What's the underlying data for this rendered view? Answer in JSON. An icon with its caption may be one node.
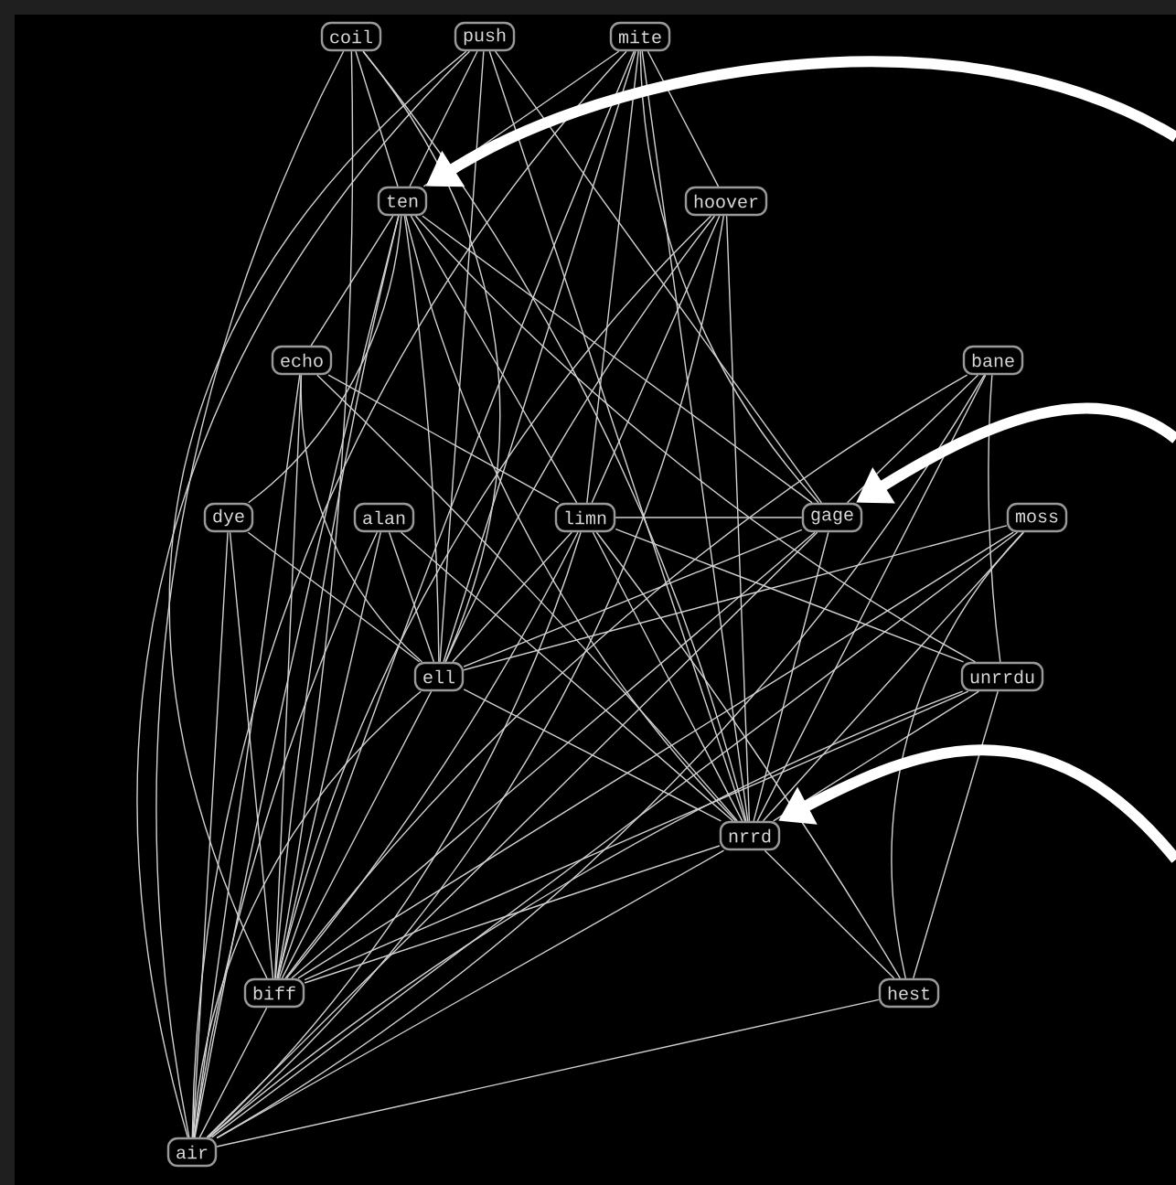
{
  "diagram": {
    "nodes": [
      {
        "text": [
          "coil"
        ]
      },
      {
        "text": [
          "push"
        ]
      },
      {
        "text": [
          "mite"
        ]
      },
      {
        "text": [
          "ten"
        ]
      },
      {
        "text": [
          "hoover"
        ]
      },
      {
        "text": [
          "echo"
        ]
      },
      {
        "text": [
          "bane"
        ]
      },
      {
        "text": [
          "dye"
        ]
      },
      {
        "text": [
          "alan"
        ]
      },
      {
        "text": [
          "limn"
        ]
      },
      {
        "text": [
          "gage"
        ]
      },
      {
        "text": [
          "moss"
        ]
      },
      {
        "text": [
          "ell"
        ]
      },
      {
        "text": [
          "unrrdu"
        ]
      },
      {
        "text": [
          "nrrd"
        ]
      },
      {
        "text": [
          "biff"
        ]
      },
      {
        "text": [
          "hest"
        ]
      },
      {
        "text": [
          "air"
        ]
      }
    ],
    "edges": [
      {
        "from": 0,
        "to": 3,
        "arrow": "none"
      },
      {
        "from": 0,
        "to": 12,
        "arrow": "none"
      },
      {
        "from": 0,
        "to": 14,
        "arrow": "none"
      },
      {
        "from": 0,
        "to": 15,
        "arrow": "none"
      },
      {
        "from": 0,
        "to": 17,
        "arrow": "none"
      },
      {
        "from": 1,
        "to": 3,
        "arrow": "none"
      },
      {
        "from": 1,
        "to": 10,
        "arrow": "none"
      },
      {
        "from": 1,
        "to": 12,
        "arrow": "none"
      },
      {
        "from": 1,
        "to": 14,
        "arrow": "none"
      },
      {
        "from": 1,
        "to": 15,
        "arrow": "none"
      },
      {
        "from": 1,
        "to": 17,
        "arrow": "none"
      },
      {
        "from": 2,
        "to": 3,
        "arrow": "none"
      },
      {
        "from": 2,
        "to": 4,
        "arrow": "none"
      },
      {
        "from": 2,
        "to": 9,
        "arrow": "none"
      },
      {
        "from": 2,
        "to": 10,
        "arrow": "none"
      },
      {
        "from": 2,
        "to": 12,
        "arrow": "none"
      },
      {
        "from": 2,
        "to": 14,
        "arrow": "none"
      },
      {
        "from": 2,
        "to": 15,
        "arrow": "none"
      },
      {
        "from": 2,
        "to": 17,
        "arrow": "none"
      },
      {
        "from": 3,
        "to": 5,
        "arrow": "none"
      },
      {
        "from": 3,
        "to": 9,
        "arrow": "none"
      },
      {
        "from": 3,
        "to": 10,
        "arrow": "none"
      },
      {
        "from": 3,
        "to": 7,
        "arrow": "none"
      },
      {
        "from": 3,
        "to": 13,
        "arrow": "none"
      },
      {
        "from": 3,
        "to": 12,
        "arrow": "none"
      },
      {
        "from": 3,
        "to": 14,
        "arrow": "none"
      },
      {
        "from": 3,
        "to": 15,
        "arrow": "none"
      },
      {
        "from": 3,
        "to": 17,
        "arrow": "none"
      },
      {
        "from": 4,
        "to": 9,
        "arrow": "none"
      },
      {
        "from": 4,
        "to": 12,
        "arrow": "none"
      },
      {
        "from": 4,
        "to": 14,
        "arrow": "none"
      },
      {
        "from": 4,
        "to": 15,
        "arrow": "none"
      },
      {
        "from": 4,
        "to": 17,
        "arrow": "none"
      },
      {
        "from": 5,
        "to": 9,
        "arrow": "none"
      },
      {
        "from": 5,
        "to": 12,
        "arrow": "none"
      },
      {
        "from": 5,
        "to": 14,
        "arrow": "none"
      },
      {
        "from": 5,
        "to": 15,
        "arrow": "none"
      },
      {
        "from": 5,
        "to": 17,
        "arrow": "none"
      },
      {
        "from": 6,
        "to": 10,
        "arrow": "none"
      },
      {
        "from": 6,
        "to": 13,
        "arrow": "none"
      },
      {
        "from": 6,
        "to": 14,
        "arrow": "none"
      },
      {
        "from": 6,
        "to": 15,
        "arrow": "none"
      },
      {
        "from": 6,
        "to": 17,
        "arrow": "none"
      },
      {
        "from": 7,
        "to": 12,
        "arrow": "none"
      },
      {
        "from": 7,
        "to": 15,
        "arrow": "none"
      },
      {
        "from": 7,
        "to": 17,
        "arrow": "none"
      },
      {
        "from": 8,
        "to": 12,
        "arrow": "none"
      },
      {
        "from": 8,
        "to": 14,
        "arrow": "none"
      },
      {
        "from": 8,
        "to": 15,
        "arrow": "none"
      },
      {
        "from": 8,
        "to": 17,
        "arrow": "none"
      },
      {
        "from": 9,
        "to": 10,
        "arrow": "none"
      },
      {
        "from": 9,
        "to": 12,
        "arrow": "none"
      },
      {
        "from": 9,
        "to": 13,
        "arrow": "none"
      },
      {
        "from": 9,
        "to": 14,
        "arrow": "none"
      },
      {
        "from": 9,
        "to": 15,
        "arrow": "none"
      },
      {
        "from": 9,
        "to": 16,
        "arrow": "none"
      },
      {
        "from": 9,
        "to": 17,
        "arrow": "none"
      },
      {
        "from": 10,
        "to": 12,
        "arrow": "none"
      },
      {
        "from": 10,
        "to": 14,
        "arrow": "none"
      },
      {
        "from": 10,
        "to": 15,
        "arrow": "none"
      },
      {
        "from": 10,
        "to": 17,
        "arrow": "none"
      },
      {
        "from": 11,
        "to": 12,
        "arrow": "none"
      },
      {
        "from": 11,
        "to": 14,
        "arrow": "none"
      },
      {
        "from": 11,
        "to": 15,
        "arrow": "none"
      },
      {
        "from": 11,
        "to": 16,
        "arrow": "none"
      },
      {
        "from": 11,
        "to": 17,
        "arrow": "none"
      },
      {
        "from": 12,
        "to": 14,
        "arrow": "none"
      },
      {
        "from": 12,
        "to": 15,
        "arrow": "none"
      },
      {
        "from": 12,
        "to": 17,
        "arrow": "none"
      },
      {
        "from": 13,
        "to": 14,
        "arrow": "none"
      },
      {
        "from": 13,
        "to": 15,
        "arrow": "none"
      },
      {
        "from": 13,
        "to": 16,
        "arrow": "none"
      },
      {
        "from": 13,
        "to": 17,
        "arrow": "none"
      },
      {
        "from": 14,
        "to": 15,
        "arrow": "none"
      },
      {
        "from": 14,
        "to": 16,
        "arrow": "none"
      },
      {
        "from": 14,
        "to": 17,
        "arrow": "none"
      },
      {
        "from": 15,
        "to": 17,
        "arrow": "none"
      },
      {
        "from": 16,
        "to": 17,
        "arrow": "none"
      },
      {
        "from": null,
        "to": 3,
        "arrow": "to",
        "style": "thick"
      },
      {
        "from": null,
        "to": 10,
        "arrow": "to",
        "style": "thick"
      },
      {
        "from": null,
        "to": 14,
        "arrow": "to",
        "style": "thick"
      }
    ]
  }
}
